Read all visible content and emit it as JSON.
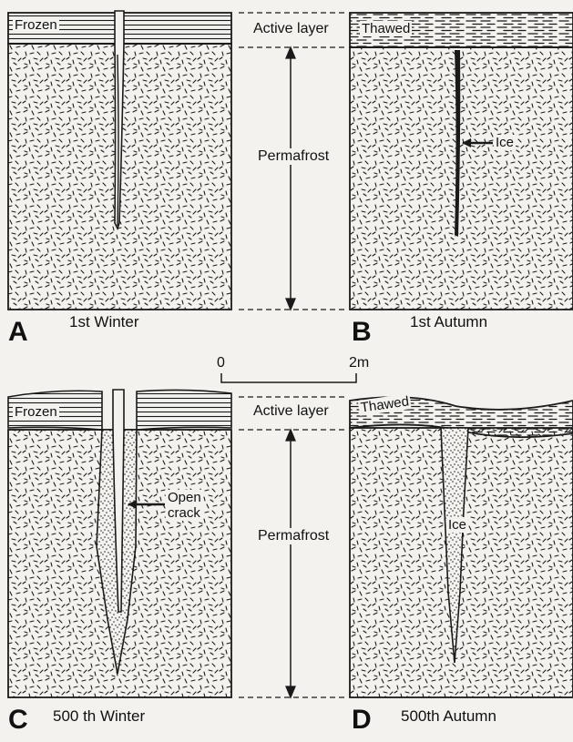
{
  "panels": {
    "a": {
      "letter": "A",
      "caption": "1st  Winter",
      "surface_label": "Frozen"
    },
    "b": {
      "letter": "B",
      "caption": "1st  Autumn",
      "surface_label": "Thawed",
      "callout": "Ice"
    },
    "c": {
      "letter": "C",
      "caption": "500 th  Winter",
      "surface_label": "Frozen",
      "callout_line1": "Open",
      "callout_line2": "crack"
    },
    "d": {
      "letter": "D",
      "caption": "500th  Autumn",
      "surface_label": "Thawed",
      "callout": "Ice"
    }
  },
  "middle": {
    "top_active_layer": "Active layer",
    "top_permafrost": "Permafrost",
    "bottom_active_layer": "Active layer",
    "bottom_permafrost": "Permafrost"
  },
  "scale": {
    "start": "0",
    "end": "2m"
  },
  "colors": {
    "ink": "#1a1a1a",
    "paper": "#f3f2ee"
  }
}
